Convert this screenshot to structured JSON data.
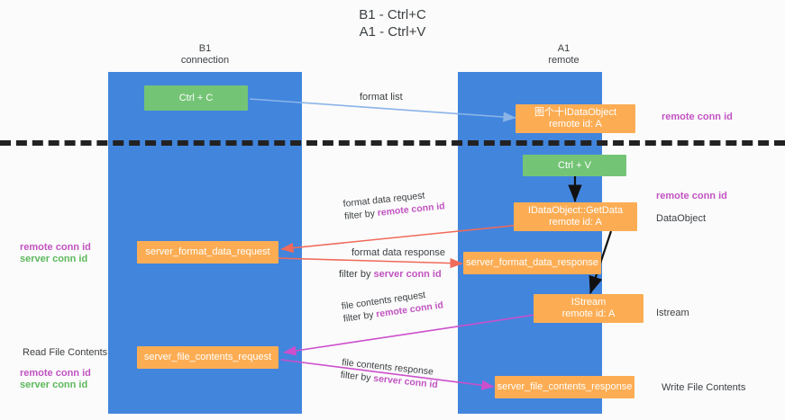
{
  "title": {
    "line1": "B1 - Ctrl+C",
    "line2": "A1 - Ctrl+V"
  },
  "columns": [
    {
      "name": "b1",
      "line1": "B1",
      "line2": "connection"
    },
    {
      "name": "a1",
      "line1": "A1",
      "line2": "remote"
    }
  ],
  "nodes": {
    "ctrl_c": {
      "label": "Ctrl + C",
      "sub": ""
    },
    "idataobject_remote": {
      "label": "图个十IDataObject",
      "sub": "remote id: A"
    },
    "ctrl_v": {
      "label": "Ctrl + V",
      "sub": ""
    },
    "getdata": {
      "label": "IDataObject::GetData",
      "sub": "remote id: A"
    },
    "server_format_data_request": {
      "label": "server_format_data_request",
      "sub": ""
    },
    "server_format_data_response": {
      "label": "server_format_data_response",
      "sub": ""
    },
    "istream": {
      "label": "IStream",
      "sub": "remote id: A"
    },
    "server_file_contents_request": {
      "label": "server_file_contents_request",
      "sub": ""
    },
    "server_file_contents_response": {
      "label": "server_file_contents_response",
      "sub": ""
    }
  },
  "edge_labels": {
    "format_list": "format list",
    "format_data_request": "format data request",
    "format_data_request_filter_prefix": "filter by ",
    "format_data_request_filter_key": "remote conn id",
    "format_data_response": "format data response",
    "format_data_response_filter_prefix": "filter by ",
    "format_data_response_filter_key": "server conn id",
    "file_contents_request": "file contents request",
    "file_contents_request_filter_prefix": "filter by ",
    "file_contents_request_filter_key": "remote conn id",
    "file_contents_response": "file contents response",
    "file_contents_response_filter_prefix": "filter by ",
    "file_contents_response_filter_key": "server conn id"
  },
  "side_labels": {
    "right_remote_conn_id_top": "remote conn id",
    "right_remote_conn_id_mid": "remote conn id",
    "right_dataobject": "DataObject",
    "right_istream": "Istream",
    "right_write_file_contents": "Write File Contents",
    "left_remote_conn_id_mid": "remote conn id",
    "left_server_conn_id_mid": "server conn id",
    "left_read_file_contents": "Read File Contents",
    "left_remote_conn_id_bot": "remote conn id",
    "left_server_conn_id_bot": "server conn id"
  },
  "colors": {
    "lane": "#4285dd",
    "node_green": "#74c476",
    "node_orange": "#fcad54",
    "accent_purple": "#c154c1",
    "accent_green": "#5cb85c",
    "arrow_blue": "#8ab4e8",
    "arrow_red": "#f06a5a",
    "arrow_magenta": "#cc4fcc",
    "arrow_black": "#111111",
    "divider": "#222222",
    "background": "#fbfbfb"
  }
}
